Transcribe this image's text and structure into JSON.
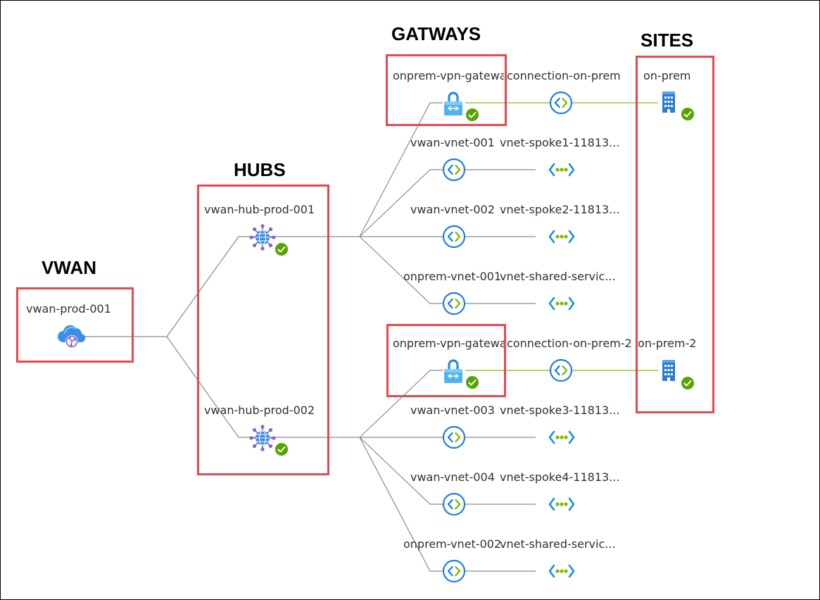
{
  "categories": {
    "vwan": "VWAN",
    "hubs": "HUBS",
    "gateways": "GATWAYS",
    "sites": "SITES"
  },
  "vwan": {
    "name": "vwan-prod-001",
    "icon": "virtual-wan-icon"
  },
  "hubs": [
    {
      "name": "vwan-hub-prod-001",
      "icon": "virtual-hub-icon",
      "status": "success"
    },
    {
      "name": "vwan-hub-prod-002",
      "icon": "virtual-hub-icon",
      "status": "success"
    }
  ],
  "gateways": [
    {
      "name": "onprem-vpn-gateway",
      "icon": "vpn-gateway-lock-icon",
      "status": "success"
    },
    {
      "name": "onprem-vpn-gateway",
      "icon": "vpn-gateway-lock-icon",
      "status": "success"
    }
  ],
  "connections": [
    {
      "name": "connection-on-prem",
      "icon": "connection-icon"
    },
    {
      "name": "connection-on-prem-2",
      "icon": "connection-icon"
    }
  ],
  "vnet_connections": [
    {
      "name": "vwan-vnet-001",
      "vnet": "vnet-spoke1-11813..."
    },
    {
      "name": "vwan-vnet-002",
      "vnet": "vnet-spoke2-11813..."
    },
    {
      "name": "onprem-vnet-001",
      "vnet": "vnet-shared-servic..."
    },
    {
      "name": "vwan-vnet-003",
      "vnet": "vnet-spoke3-11813..."
    },
    {
      "name": "vwan-vnet-004",
      "vnet": "vnet-spoke4-11813..."
    },
    {
      "name": "onprem-vnet-002",
      "vnet": "vnet-shared-servic..."
    }
  ],
  "sites": [
    {
      "name": "on-prem",
      "icon": "building-icon",
      "status": "success"
    },
    {
      "name": "on-prem-2",
      "icon": "building-icon",
      "status": "success"
    }
  ],
  "colors": {
    "group_border": "#e8474f",
    "tree_line": "#8a8a8a",
    "site_link": "#9bc53a",
    "success": "#57a300",
    "connection": "#1f7ee0",
    "vnet": "#1490df"
  }
}
